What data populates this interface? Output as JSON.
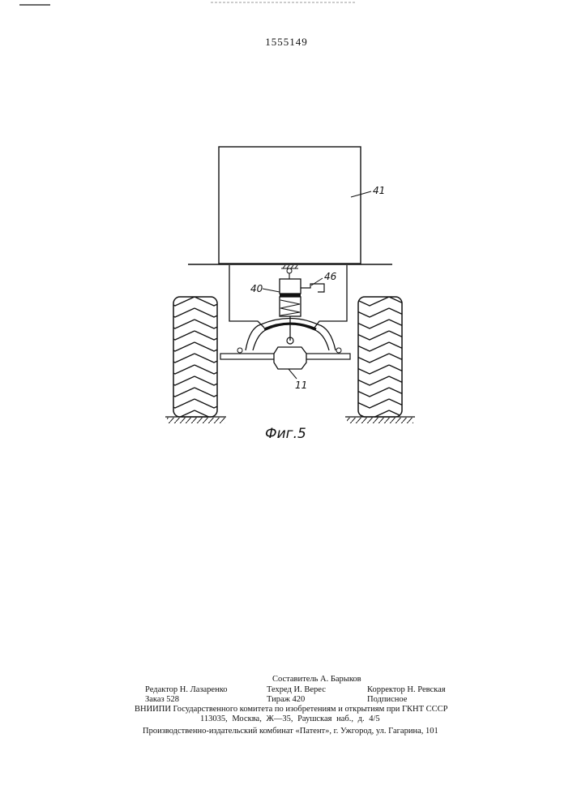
{
  "patent_number": "1555149",
  "figure": {
    "caption": "Фиг.5",
    "labels": {
      "body": "41",
      "spring_unit": "40",
      "bracket": "46",
      "axle": "11"
    }
  },
  "imprint": {
    "compiler": "Составитель А. Барыков",
    "editor": "Редактор Н. Лазаренко",
    "techred": "Техред И. Верес",
    "corrector": "Корректор Н. Ревская",
    "order": "Заказ 528",
    "circulation": "Тираж 420",
    "subscription": "Подписное",
    "institute": "ВНИИПИ Государственного комитета по изобретениям и открытиям при ГКНТ СССР",
    "address": "113035, Москва, Ж—35, Раушская наб., д. 4/5",
    "publisher": "Производственно-издательский комбинат «Патент», г. Ужгород, ул. Гагарина, 101"
  }
}
